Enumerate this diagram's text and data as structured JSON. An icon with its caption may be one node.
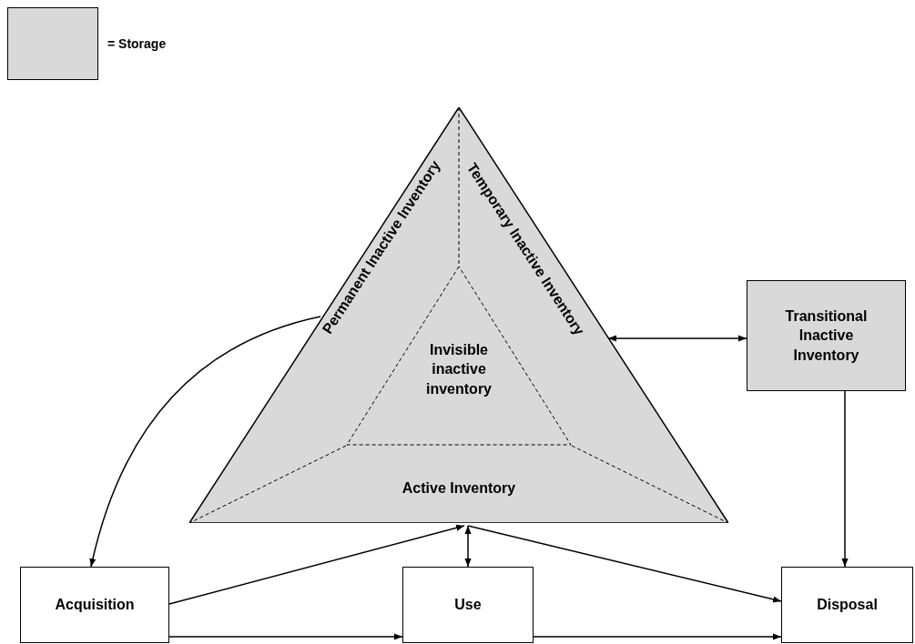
{
  "diagram": {
    "nodes": [
      {
        "text": [],
        "shape": "triangle"
      },
      {
        "text": [
          "Permanent Inactive Inventory"
        ],
        "in": 0
      },
      {
        "text": [
          "Temporary Inactive Inventory"
        ],
        "in": 0
      },
      {
        "text": [
          "Invisible inactive inventory"
        ],
        "in": 0
      },
      {
        "text": [
          "Active Inventory"
        ],
        "in": 0
      },
      {
        "text": [
          "Transitional Inactive Inventory"
        ]
      },
      {
        "text": [
          "Acquisition"
        ]
      },
      {
        "text": [
          "Use"
        ]
      },
      {
        "text": [
          "Disposal"
        ]
      }
    ],
    "edges": [
      {
        "from": 0,
        "to": 5,
        "arrow": "both"
      },
      {
        "from": 0,
        "to": 6,
        "arrow": "to"
      },
      {
        "from": 6,
        "to": 0,
        "arrow": "to"
      },
      {
        "from": 0,
        "to": 7,
        "arrow": "both"
      },
      {
        "from": 0,
        "to": 8,
        "arrow": "to"
      },
      {
        "from": 6,
        "to": 7,
        "arrow": "to"
      },
      {
        "from": 7,
        "to": 8,
        "arrow": "to"
      },
      {
        "from": 5,
        "to": 8,
        "arrow": "to"
      }
    ],
    "legend": [
      {
        "text": "= Storage",
        "color": "#d9d9d9"
      }
    ]
  }
}
